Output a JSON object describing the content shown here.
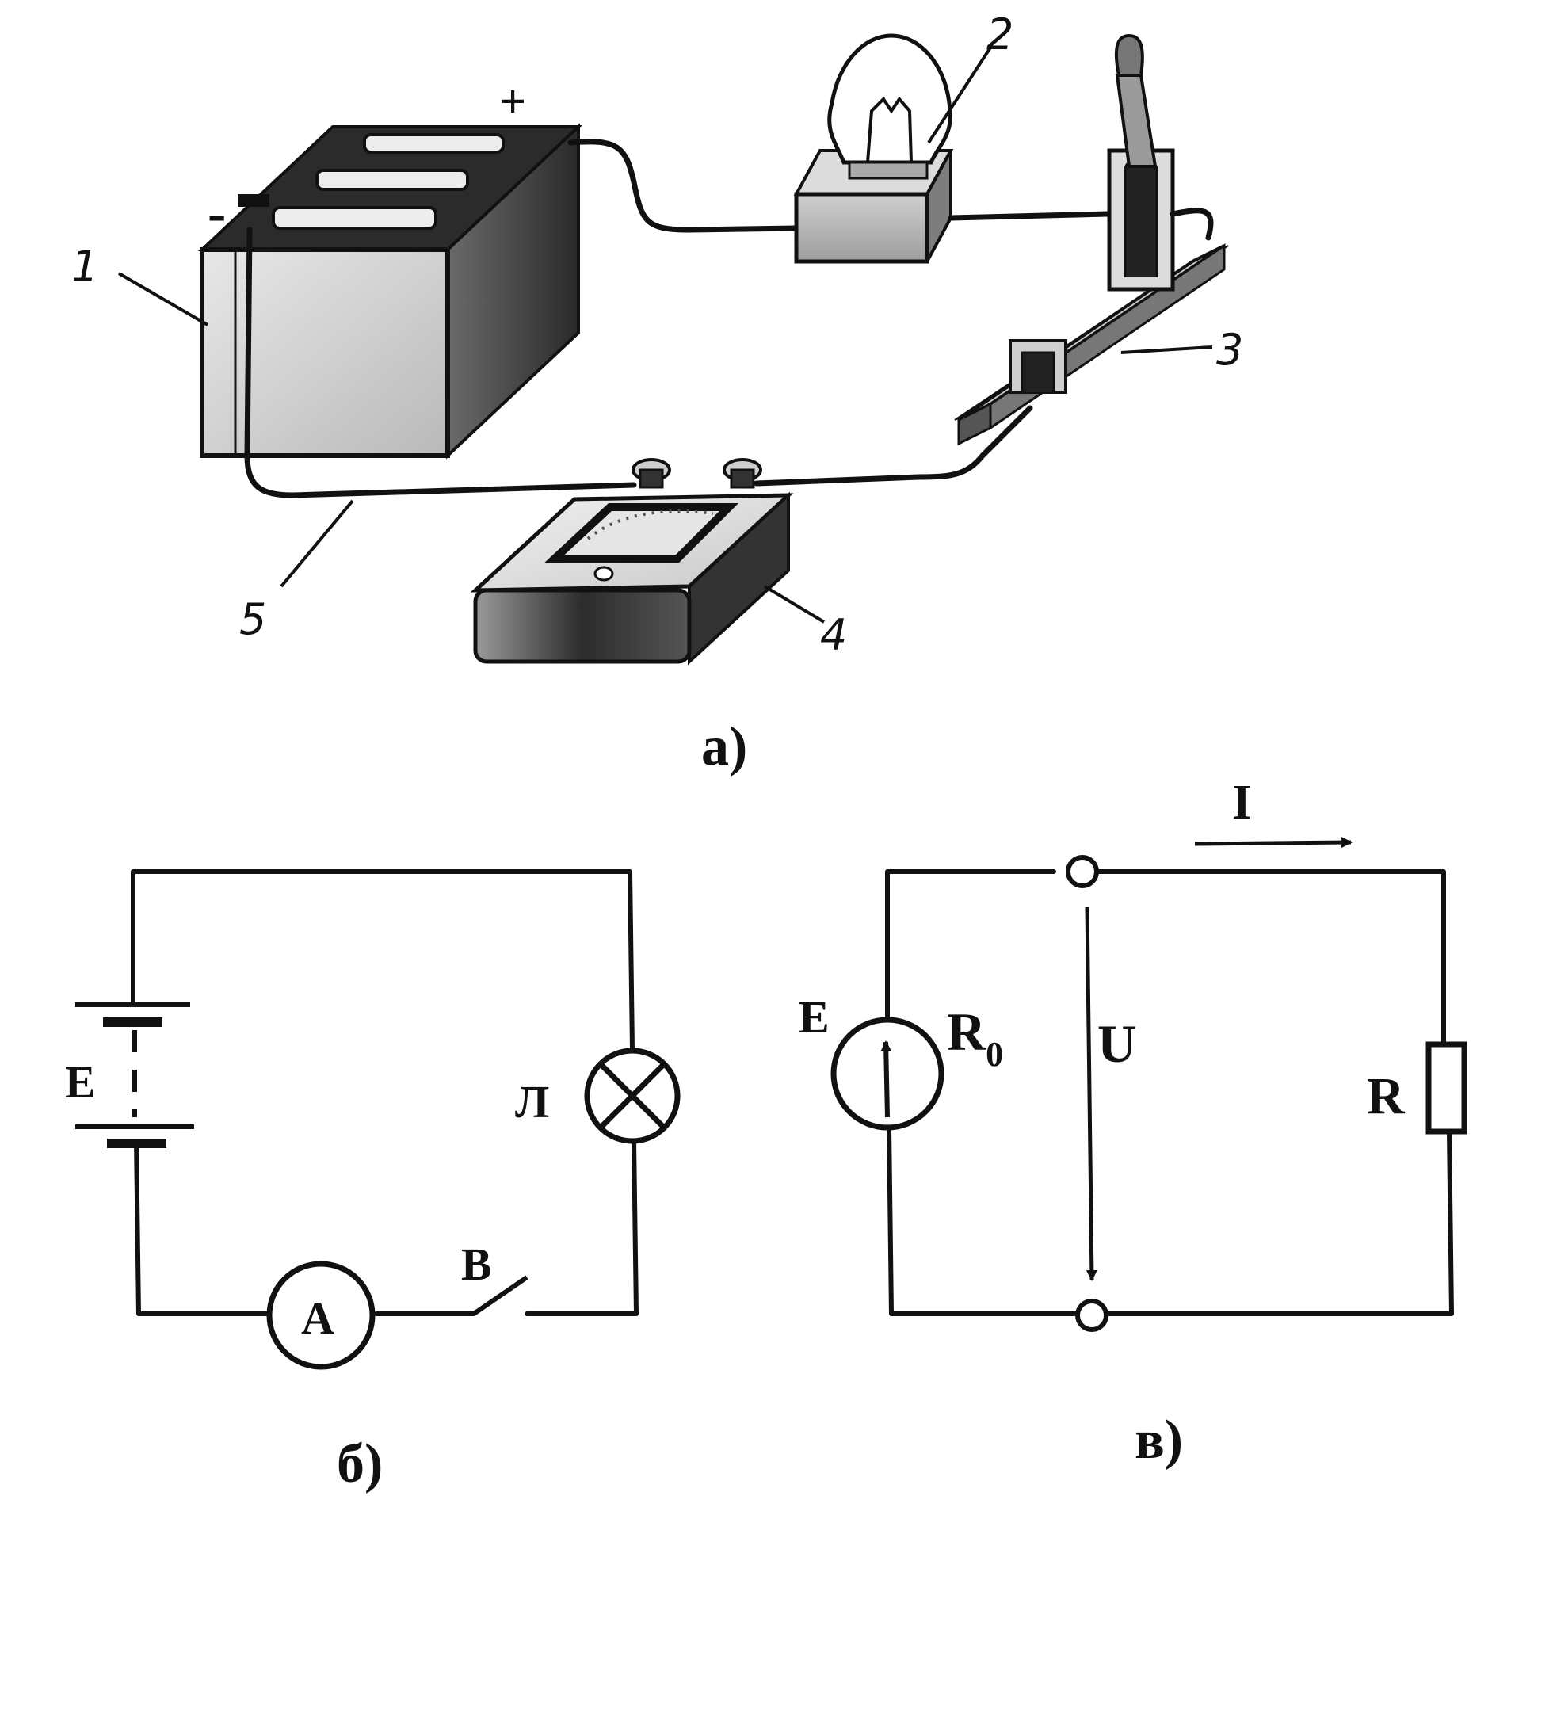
{
  "panel_a": {
    "caption": "а)",
    "plus_sign": "+",
    "minus_sign": "-",
    "callouts": [
      "1",
      "2",
      "3",
      "4",
      "5"
    ]
  },
  "panel_b": {
    "caption": "б)",
    "source_label": "E",
    "lamp_label": "Л",
    "switch_label": "В",
    "ammeter_label": "A"
  },
  "panel_c": {
    "caption": "в)",
    "current_label": "I",
    "emf_label": "E",
    "internal_resistance_label": "R",
    "internal_resistance_subscript": "0",
    "voltage_label": "U",
    "load_label": "R"
  }
}
